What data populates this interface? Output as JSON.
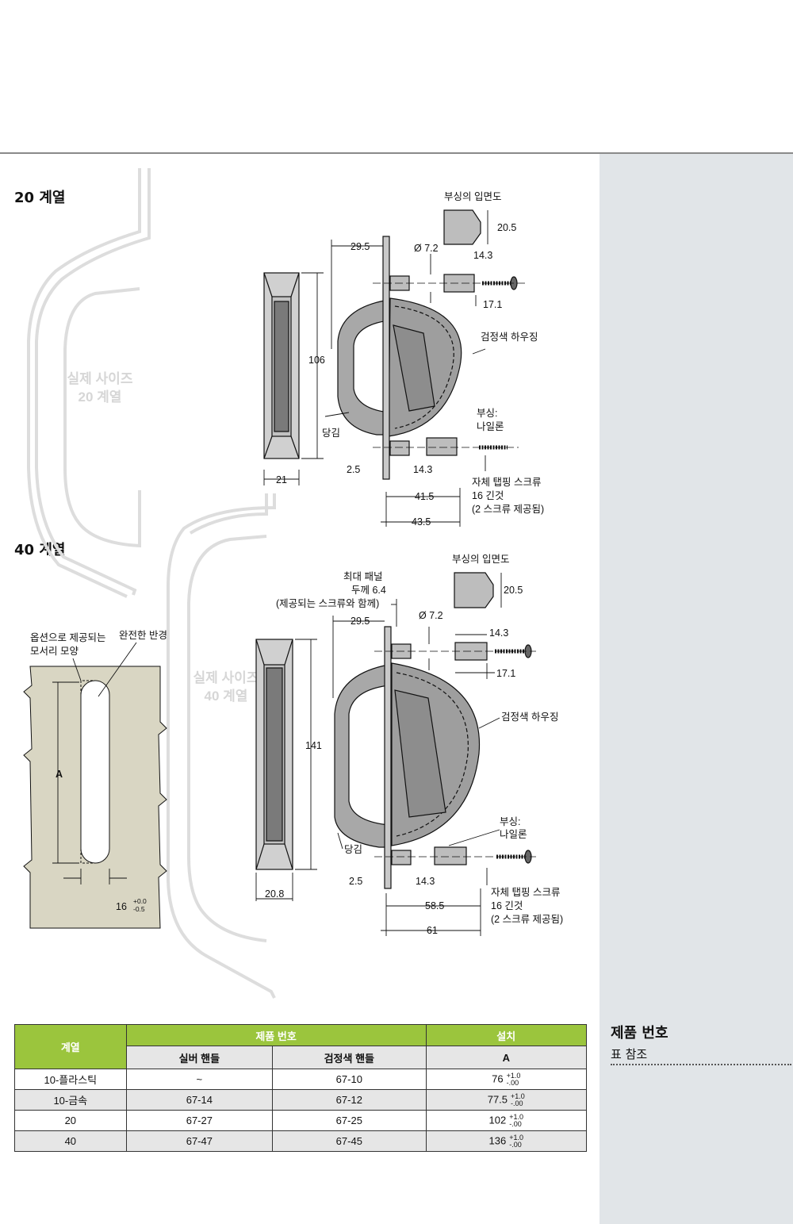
{
  "sidebar": {
    "title": "제품 번호",
    "subtitle": "표 참조"
  },
  "series20": {
    "heading": "20 계열",
    "watermark": [
      "실제 사이즈",
      "20 계열"
    ],
    "bushing_elev": "부싱의 입면도",
    "dims": {
      "d29_5": "29.5",
      "dia7_2": "Ø 7.2",
      "d14_3": "14.3",
      "d20_5": "20.5",
      "d17_1": "17.1",
      "d106": "106",
      "d2_5": "2.5",
      "d14_3b": "14.3",
      "d21": "21",
      "d41_5": "41.5",
      "d43_5": "43.5"
    },
    "housing": "검정색 하우징",
    "bushing": [
      "부싱:",
      "나일론"
    ],
    "pull": "당김",
    "screw": [
      "자체 탭핑 스크류",
      "16 긴것",
      "(2 스크류 제공됨)"
    ]
  },
  "series40": {
    "heading": "40 계열",
    "watermark": [
      "실제 사이즈",
      "40 계열"
    ],
    "bushing_elev": "부싱의 입면도",
    "panel_note": [
      "최대 패널",
      "두께 6.4",
      "(제공되는 스크류와 함께)"
    ],
    "dims": {
      "d29_5": "29.5",
      "dia7_2": "Ø 7.2",
      "d14_3": "14.3",
      "d20_5": "20.5",
      "d17_1": "17.1",
      "d141": "141",
      "d2_5": "2.5",
      "d14_3b": "14.3",
      "d20_8": "20.8",
      "d58_5": "58.5",
      "d61": "61"
    },
    "housing": "검정색 하우징",
    "bushing": [
      "부싱:",
      "나일론"
    ],
    "pull": "당김",
    "screw": [
      "자체 탭핑 스크류",
      "16 긴것",
      "(2 스크류 제공됨)"
    ]
  },
  "cutout": {
    "optional": [
      "옵션으로 제공되는",
      "모서리 모양"
    ],
    "radius": "완전한 반경",
    "dim_a": "A",
    "width": "16",
    "tol_plus": "+0.0",
    "tol_minus": "-0.5"
  },
  "table": {
    "h_series": "계열",
    "h_product": "제품 번호",
    "h_install": "설치",
    "h_silver": "실버 핸들",
    "h_black": "검정색 핸들",
    "h_a": "A",
    "rows": [
      {
        "series": "10-플라스틱",
        "silver": "~",
        "black": "67-10",
        "a": "76",
        "plus": "+1.0",
        "minus": "-.00"
      },
      {
        "series": "10-금속",
        "silver": "67-14",
        "black": "67-12",
        "a": "77.5",
        "plus": "+1.0",
        "minus": "-.00"
      },
      {
        "series": "20",
        "silver": "67-27",
        "black": "67-25",
        "a": "102",
        "plus": "+1.0",
        "minus": "-.00"
      },
      {
        "series": "40",
        "silver": "67-47",
        "black": "67-45",
        "a": "136",
        "plus": "+1.0",
        "minus": "-.00"
      }
    ]
  }
}
